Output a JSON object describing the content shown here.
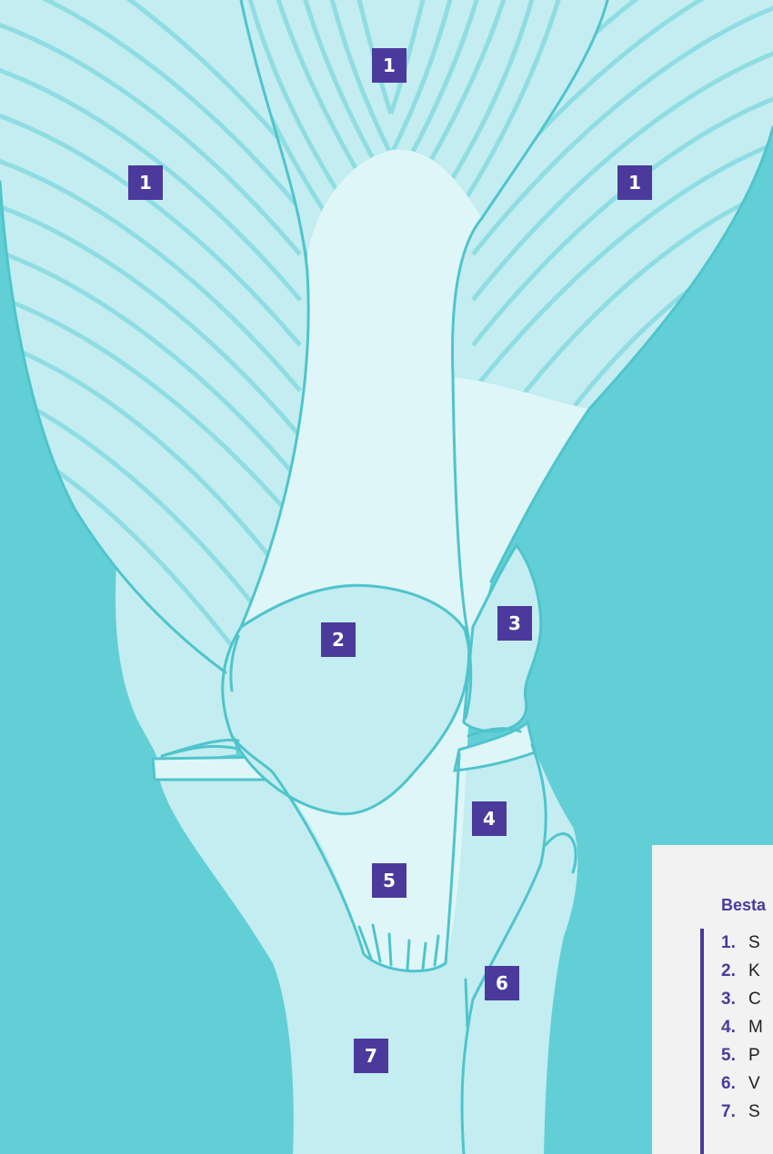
{
  "labels": {
    "quad_top": "1",
    "quad_left": "1",
    "quad_right": "1",
    "patella": "2",
    "meniscus_side": "3",
    "meniscus_lower": "4",
    "patellar_ligament": "5",
    "fibula_area": "6",
    "tibia": "7"
  },
  "legend": {
    "title": "Besta",
    "items": [
      {
        "num": "1.",
        "text": "S"
      },
      {
        "num": "2.",
        "text": "K"
      },
      {
        "num": "3.",
        "text": "C"
      },
      {
        "num": "4.",
        "text": "M"
      },
      {
        "num": "5.",
        "text": "P"
      },
      {
        "num": "6.",
        "text": "V"
      },
      {
        "num": "7.",
        "text": "S"
      }
    ]
  },
  "colors": {
    "background": "#62cfd6",
    "muscle_fill": "#c3edf0",
    "bone_fill": "#c3edf0",
    "tendon_fill": "#dff6f8",
    "outline": "#4fc4cc",
    "label_bg": "#4b3a9c",
    "legend_bg": "#f2f2f2"
  }
}
